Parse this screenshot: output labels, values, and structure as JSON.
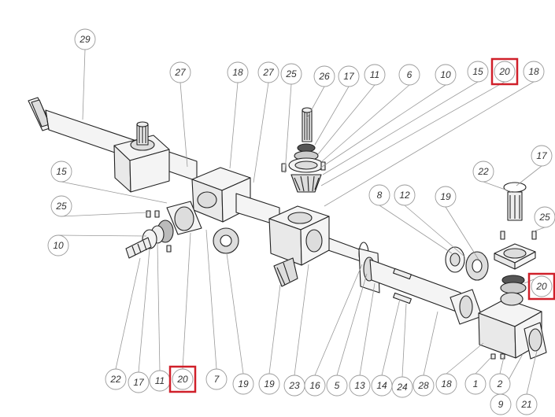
{
  "diagram": {
    "callouts": [
      {
        "id": "c29",
        "label": "29"
      },
      {
        "id": "c27a",
        "label": "27"
      },
      {
        "id": "c18a",
        "label": "18"
      },
      {
        "id": "c27b",
        "label": "27"
      },
      {
        "id": "c25a",
        "label": "25"
      },
      {
        "id": "c26",
        "label": "26"
      },
      {
        "id": "c17a",
        "label": "17"
      },
      {
        "id": "c11a",
        "label": "11"
      },
      {
        "id": "c6",
        "label": "6"
      },
      {
        "id": "c10a",
        "label": "10"
      },
      {
        "id": "c15a",
        "label": "15"
      },
      {
        "id": "c20a",
        "label": "20",
        "highlighted": true
      },
      {
        "id": "c18b",
        "label": "18"
      },
      {
        "id": "c15b",
        "label": "15"
      },
      {
        "id": "c25b",
        "label": "25"
      },
      {
        "id": "c10b",
        "label": "10"
      },
      {
        "id": "c8",
        "label": "8"
      },
      {
        "id": "c12",
        "label": "12"
      },
      {
        "id": "c19a",
        "label": "19"
      },
      {
        "id": "c22a",
        "label": "22"
      },
      {
        "id": "c17b",
        "label": "17"
      },
      {
        "id": "c25c",
        "label": "25"
      },
      {
        "id": "c20b",
        "label": "20",
        "highlighted": true
      },
      {
        "id": "c22b",
        "label": "22"
      },
      {
        "id": "c17c",
        "label": "17"
      },
      {
        "id": "c11b",
        "label": "11"
      },
      {
        "id": "c20c",
        "label": "20",
        "highlighted": true
      },
      {
        "id": "c7",
        "label": "7"
      },
      {
        "id": "c19b",
        "label": "19"
      },
      {
        "id": "c19c",
        "label": "19"
      },
      {
        "id": "c23",
        "label": "23"
      },
      {
        "id": "c16",
        "label": "16"
      },
      {
        "id": "c5",
        "label": "5"
      },
      {
        "id": "c13",
        "label": "13"
      },
      {
        "id": "c14",
        "label": "14"
      },
      {
        "id": "c24",
        "label": "24"
      },
      {
        "id": "c28",
        "label": "28"
      },
      {
        "id": "c18c",
        "label": "18"
      },
      {
        "id": "c1",
        "label": "1"
      },
      {
        "id": "c2",
        "label": "2"
      },
      {
        "id": "c9",
        "label": "9"
      },
      {
        "id": "c21",
        "label": "21"
      }
    ],
    "highlight_color": "#d0202a",
    "line_color": "#222222",
    "part_fill": "#f4f4f4",
    "leader_color": "#999999"
  }
}
